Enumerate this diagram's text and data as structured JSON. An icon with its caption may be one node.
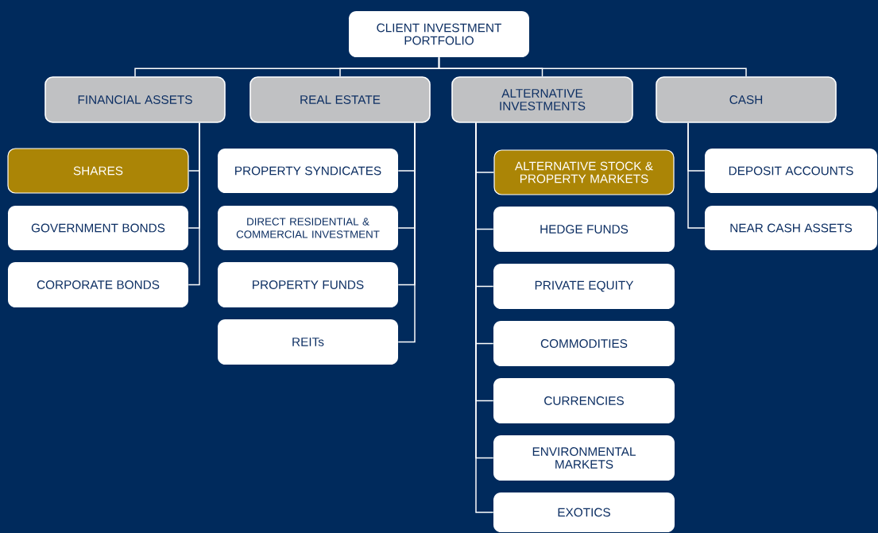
{
  "diagram": {
    "nodes": [
      {
        "text": [
          "CLIENT INVESTMENT PORTFOLIO"
        ]
      },
      {
        "text": [
          "FINANCIAL ASSETS"
        ]
      },
      {
        "text": [
          "REAL ESTATE"
        ]
      },
      {
        "text": [
          "ALTERNATIVE INVESTMENTS"
        ]
      },
      {
        "text": [
          "CASH"
        ]
      },
      {
        "text": [
          "SHARES"
        ]
      },
      {
        "text": [
          "GOVERNMENT BONDS"
        ]
      },
      {
        "text": [
          "CORPORATE BONDS"
        ]
      },
      {
        "text": [
          "PROPERTY SYNDICATES"
        ]
      },
      {
        "text": [
          "DIRECT RESIDENTIAL & COMMERCIAL INVESTMENT"
        ]
      },
      {
        "text": [
          "PROPERTY FUNDS"
        ]
      },
      {
        "text": [
          "REITs"
        ]
      },
      {
        "text": [
          "ALTERNATIVE STOCK & PROPERTY MARKETS"
        ]
      },
      {
        "text": [
          "HEDGE FUNDS"
        ]
      },
      {
        "text": [
          "PRIVATE EQUITY"
        ]
      },
      {
        "text": [
          "COMMODITIES"
        ]
      },
      {
        "text": [
          "CURRENCIES"
        ]
      },
      {
        "text": [
          "ENVIRONMENTAL MARKETS"
        ]
      },
      {
        "text": [
          "EXOTICS"
        ]
      },
      {
        "text": [
          "DEPOSIT ACCOUNTS"
        ]
      },
      {
        "text": [
          "NEAR CASH ASSETS"
        ]
      }
    ],
    "edges": [
      {
        "from": 0,
        "to": 1,
        "arrow": "none"
      },
      {
        "from": 0,
        "to": 2,
        "arrow": "none"
      },
      {
        "from": 0,
        "to": 3,
        "arrow": "none"
      },
      {
        "from": 0,
        "to": 4,
        "arrow": "none"
      },
      {
        "from": 1,
        "to": 5,
        "arrow": "none"
      },
      {
        "from": 1,
        "to": 6,
        "arrow": "none"
      },
      {
        "from": 1,
        "to": 7,
        "arrow": "none"
      },
      {
        "from": 2,
        "to": 8,
        "arrow": "none"
      },
      {
        "from": 2,
        "to": 9,
        "arrow": "none"
      },
      {
        "from": 2,
        "to": 10,
        "arrow": "none"
      },
      {
        "from": 2,
        "to": 11,
        "arrow": "none"
      },
      {
        "from": 3,
        "to": 12,
        "arrow": "none"
      },
      {
        "from": 3,
        "to": 13,
        "arrow": "none"
      },
      {
        "from": 3,
        "to": 14,
        "arrow": "none"
      },
      {
        "from": 3,
        "to": 15,
        "arrow": "none"
      },
      {
        "from": 3,
        "to": 16,
        "arrow": "none"
      },
      {
        "from": 3,
        "to": 17,
        "arrow": "none"
      },
      {
        "from": 3,
        "to": 18,
        "arrow": "none"
      },
      {
        "from": 4,
        "to": 19,
        "arrow": "none"
      },
      {
        "from": 4,
        "to": 20,
        "arrow": "none"
      }
    ]
  }
}
